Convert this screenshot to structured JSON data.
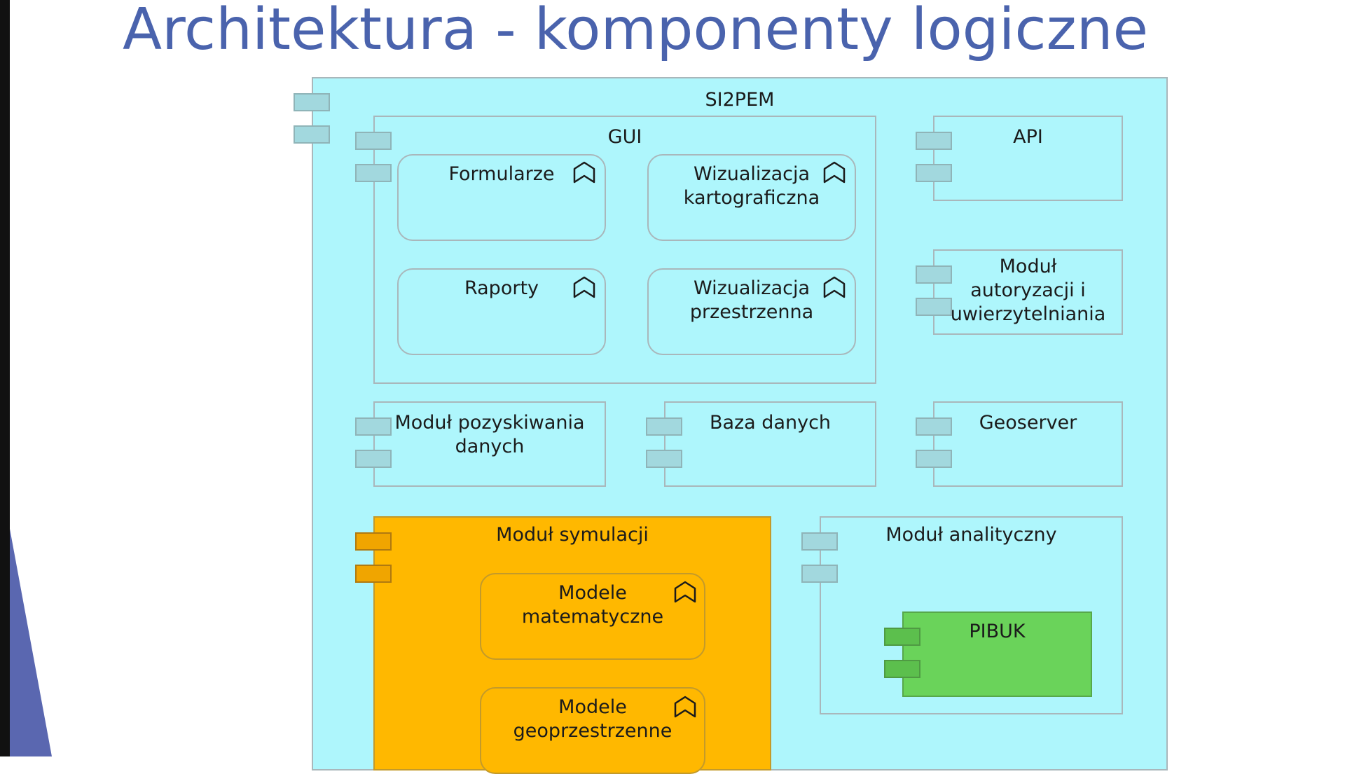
{
  "title": "Architektura - komponenty logiczne",
  "diagram": {
    "system": "SI2PEM",
    "gui": {
      "label": "GUI",
      "functions": [
        "Formularze",
        "Wizualizacja\nkartograficzna",
        "Raporty",
        "Wizualizacja\nprzestrzenna"
      ]
    },
    "api": "API",
    "auth": "Moduł\nautoryzacji i\nuwierzytelniania",
    "acquisition": "Moduł pozyskiwania\ndanych",
    "database": "Baza danych",
    "geoserver": "Geoserver",
    "simulation": {
      "label": "Moduł symulacji",
      "functions": [
        "Modele\nmatematyczne",
        "Modele\ngeoprzestrzenne"
      ]
    },
    "analytics": {
      "label": "Moduł analityczny",
      "pibuk": "PIBUK"
    }
  },
  "colors": {
    "title": "#4a63ad",
    "component": "#aef6fc",
    "simulation": "#ffb800",
    "pibuk": "#6ad35a"
  },
  "icons": {
    "function": "function-chevron-icon",
    "port": "component-port-icon"
  }
}
